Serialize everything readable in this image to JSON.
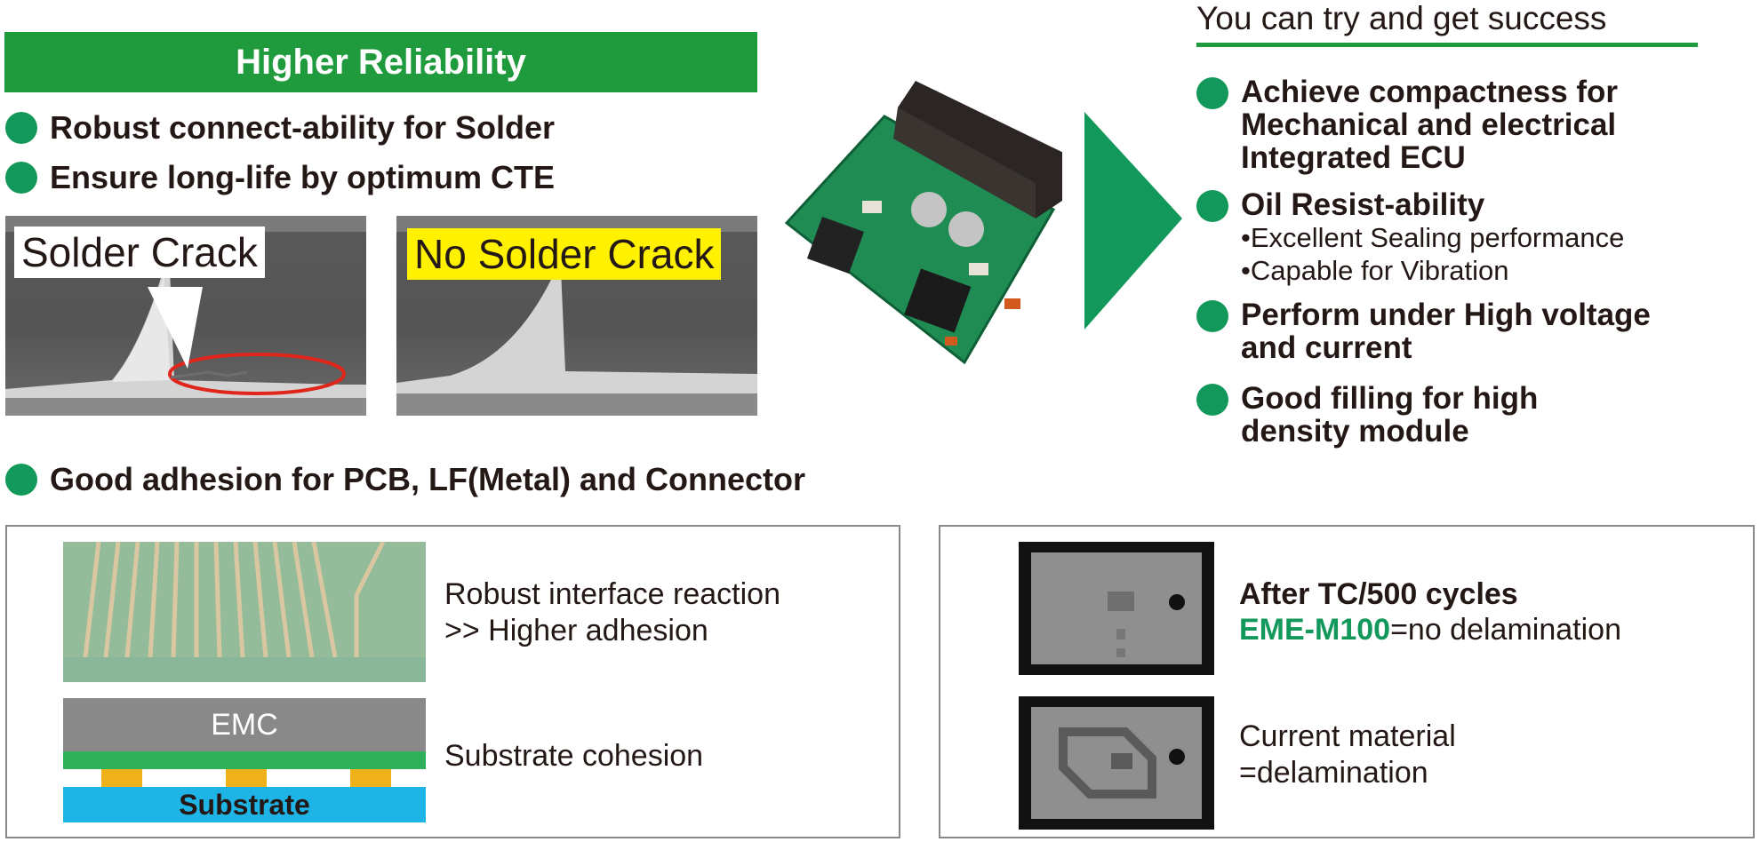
{
  "left": {
    "banner": "Higher Reliability",
    "bullets": [
      "Robust connect-ability for Solder",
      "Ensure long-life by optimum CTE"
    ],
    "photo_labels": {
      "crack": "Solder Crack",
      "no_crack": "No Solder Crack"
    },
    "adhesion_bullet": "Good adhesion for PCB, LF(Metal) and Connector"
  },
  "right": {
    "heading": "You can try and get success",
    "bullets": [
      {
        "title": "Achieve compactness  for Mechanical and electrical Integrated ECU",
        "subs": []
      },
      {
        "title": "Oil Resist-ability",
        "subs": [
          "•Excellent Sealing performance",
          "•Capable for Vibration"
        ]
      },
      {
        "title": "Perform under High voltage and current",
        "subs": []
      },
      {
        "title": "Good filling for high density module",
        "subs": []
      }
    ]
  },
  "panel_left": {
    "interface_line1": "Robust interface reaction",
    "interface_line2": ">> Higher adhesion",
    "emc_label": "EMC",
    "substrate_label": "Substrate",
    "cohesion_text": "Substrate cohesion"
  },
  "panel_right": {
    "tc_title": "After TC/500 cycles",
    "product": "EME-M100",
    "result_good": "=no delamination",
    "current_line1": "Current material",
    "current_line2": "=delamination"
  },
  "colors": {
    "brand_green": "#1f9a3c",
    "dot_green": "#12985a",
    "highlight_yellow": "#fff100",
    "crack_ring": "#e0251b",
    "substrate_blue": "#1fb4e6",
    "pad_orange": "#f0b21a"
  }
}
